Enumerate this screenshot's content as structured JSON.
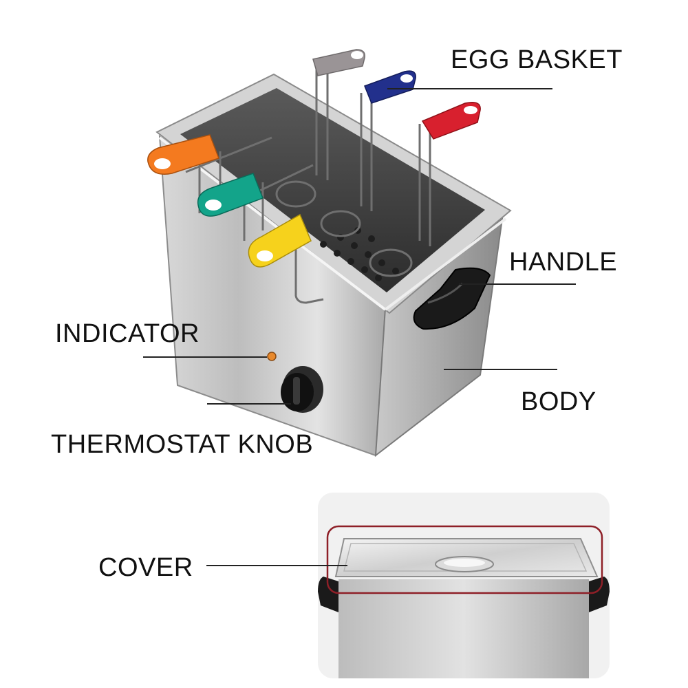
{
  "labels": {
    "egg_basket": "EGG BASKET",
    "handle": "HANDLE",
    "indicator": "INDICATOR",
    "body": "BODY",
    "thermostat_knob": "THERMOSTAT KNOB",
    "cover": "COVER"
  },
  "basket_handle_colors": {
    "gray": "#9a9496",
    "blue": "#22308c",
    "red": "#d8202e",
    "orange": "#f47a1f",
    "green": "#13a48a",
    "yellow": "#f6d21c"
  },
  "colors": {
    "steel_light": "#e6e6e6",
    "steel_mid": "#b9b9b9",
    "steel_dark": "#7d7d7d",
    "interior": "#3b3b3b",
    "knob": "#1b1b1b",
    "indicator_light": "#e8892c",
    "cover_highlight": "#8e1f27",
    "inset_background": "#f1f1f1"
  }
}
